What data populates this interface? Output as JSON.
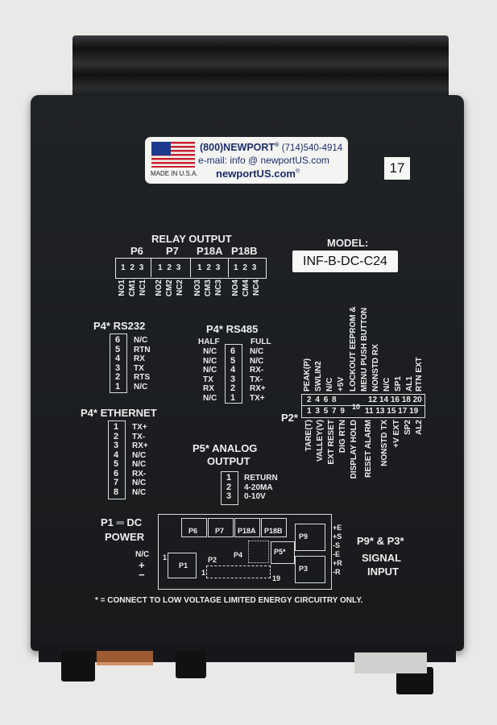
{
  "label": {
    "phone_line": "(800)NEWPORT",
    "reg_mark": "®",
    "phone2": "(714)540-4914",
    "email_line": "e-mail: info @ newportUS.com",
    "website": "newportUS.com",
    "made_in": "MADE IN U.S.A."
  },
  "badge": "17",
  "model": {
    "heading": "MODEL:",
    "value": "INF-B-DC-C24"
  },
  "relay": {
    "title": "RELAY OUTPUT",
    "groups": [
      "P6",
      "P7",
      "P18A",
      "P18B"
    ],
    "pins": [
      "1",
      "2",
      "3",
      "1",
      "2",
      "3",
      "1",
      "2",
      "3",
      "1",
      "2",
      "3"
    ],
    "signals": [
      "NO1",
      "CM1",
      "NC1",
      "NO2",
      "CM2",
      "NC2",
      "NO3",
      "CM3",
      "NC3",
      "NO4",
      "CM4",
      "NC4"
    ]
  },
  "rs232": {
    "title": "P4* RS232",
    "pins": [
      "6",
      "5",
      "4",
      "3",
      "2",
      "1"
    ],
    "signals": [
      "N/C",
      "RTN",
      "RX",
      "TX",
      "RTS",
      "N/C"
    ]
  },
  "rs485": {
    "title": "P4* RS485",
    "half_label": "HALF",
    "full_label": "FULL",
    "half": [
      "N/C",
      "N/C",
      "N/C",
      "TX",
      "RX",
      "N/C"
    ],
    "pins": [
      "6",
      "5",
      "4",
      "3",
      "2",
      "1"
    ],
    "full": [
      "N/C",
      "N/C",
      "RX-",
      "TX-",
      "RX+",
      "TX+"
    ]
  },
  "p2": {
    "label": "P2*",
    "top_signals": [
      "PEAK(P)",
      "SWLIN2",
      "N/C",
      "+5V",
      "LOCKOUT EEPROM &",
      "MENU PUSH BUTTON",
      "NONSTD RX",
      "N/C",
      "SP1",
      "AL1",
      "RTN EXT"
    ],
    "top_pins": [
      "2",
      "4",
      "6",
      "8",
      "12",
      "14",
      "16",
      "18",
      "20"
    ],
    "top_pin_10": "10",
    "bottom_pins": [
      "1",
      "3",
      "5",
      "7",
      "9",
      "11",
      "13",
      "15",
      "17",
      "19"
    ],
    "bottom_signals": [
      "TARE(T)",
      "VALLEY(V)",
      "EXT RESET",
      "DIG RTN",
      "DISPLAY HOLD",
      "RESET ALARM",
      "NONSTD TX",
      "+V EXT",
      "SP2",
      "AL2"
    ]
  },
  "ethernet": {
    "title": "P4* ETHERNET",
    "pins": [
      "1",
      "2",
      "3",
      "4",
      "5",
      "6",
      "7",
      "8"
    ],
    "signals": [
      "TX+",
      "TX-",
      "RX+",
      "N/C",
      "N/C",
      "RX-",
      "N/C",
      "N/C"
    ]
  },
  "analog": {
    "title_1": "P5* ANALOG",
    "title_2": "OUTPUT",
    "pins": [
      "1",
      "2",
      "3"
    ],
    "signals": [
      "RETURN",
      "4-20MA",
      "0-10V"
    ]
  },
  "power": {
    "title_1": "P1 ═ DC",
    "title_2": "POWER",
    "nc": "N/C",
    "plus": "+",
    "minus": "−"
  },
  "board": {
    "connectors": [
      "P6",
      "P7",
      "P18A",
      "P18B",
      "P9",
      "P5",
      "P4",
      "P3",
      "P1",
      "P2"
    ],
    "p5_star": "*",
    "p1_pin": "1",
    "p2_pin_start": "1",
    "p2_pin_end": "19",
    "signal_pins": [
      "+E",
      "+S",
      "-S",
      "-E",
      "+R",
      "-R"
    ]
  },
  "signal_input": {
    "title_1": "P9* & P3*",
    "title_2": "SIGNAL",
    "title_3": "INPUT"
  },
  "footnote": "* = CONNECT TO LOW VOLTAGE LIMITED ENERGY CIRCUITRY ONLY."
}
